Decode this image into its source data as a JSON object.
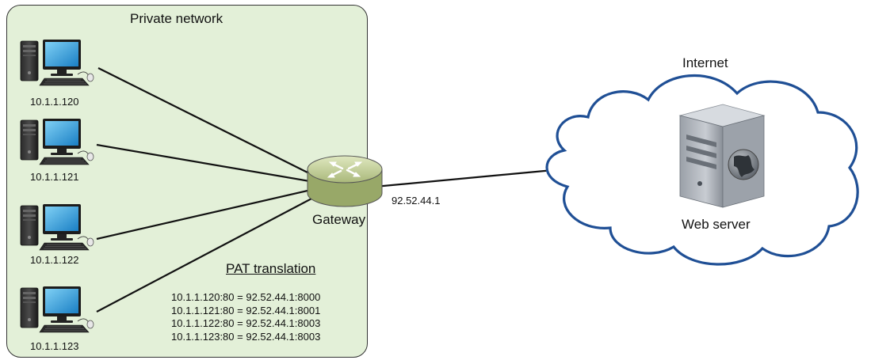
{
  "private_network": {
    "title": "Private network"
  },
  "hosts": [
    {
      "ip": "10.1.1.120"
    },
    {
      "ip": "10.1.1.121"
    },
    {
      "ip": "10.1.1.122"
    },
    {
      "ip": "10.1.1.123"
    }
  ],
  "gateway": {
    "label": "Gateway",
    "public_ip": "92.52.44.1"
  },
  "internet": {
    "label": "Internet",
    "server_label": "Web server"
  },
  "pat": {
    "title": "PAT translation",
    "rows": [
      "10.1.1.120:80 = 92.52.44.1:8000",
      "10.1.1.121:80 = 92.52.44.1:8001",
      "10.1.1.122:80 = 92.52.44.1:8003",
      "10.1.1.123:80 = 92.52.44.1:8003"
    ]
  },
  "colors": {
    "private_bg": "#e3f0d8",
    "cloud_stroke": "#1f4f95",
    "router_body": "#c8d7a0",
    "line": "#111111"
  },
  "icons": [
    "desktop-computer-icon",
    "router-icon",
    "server-icon",
    "cloud-icon"
  ]
}
